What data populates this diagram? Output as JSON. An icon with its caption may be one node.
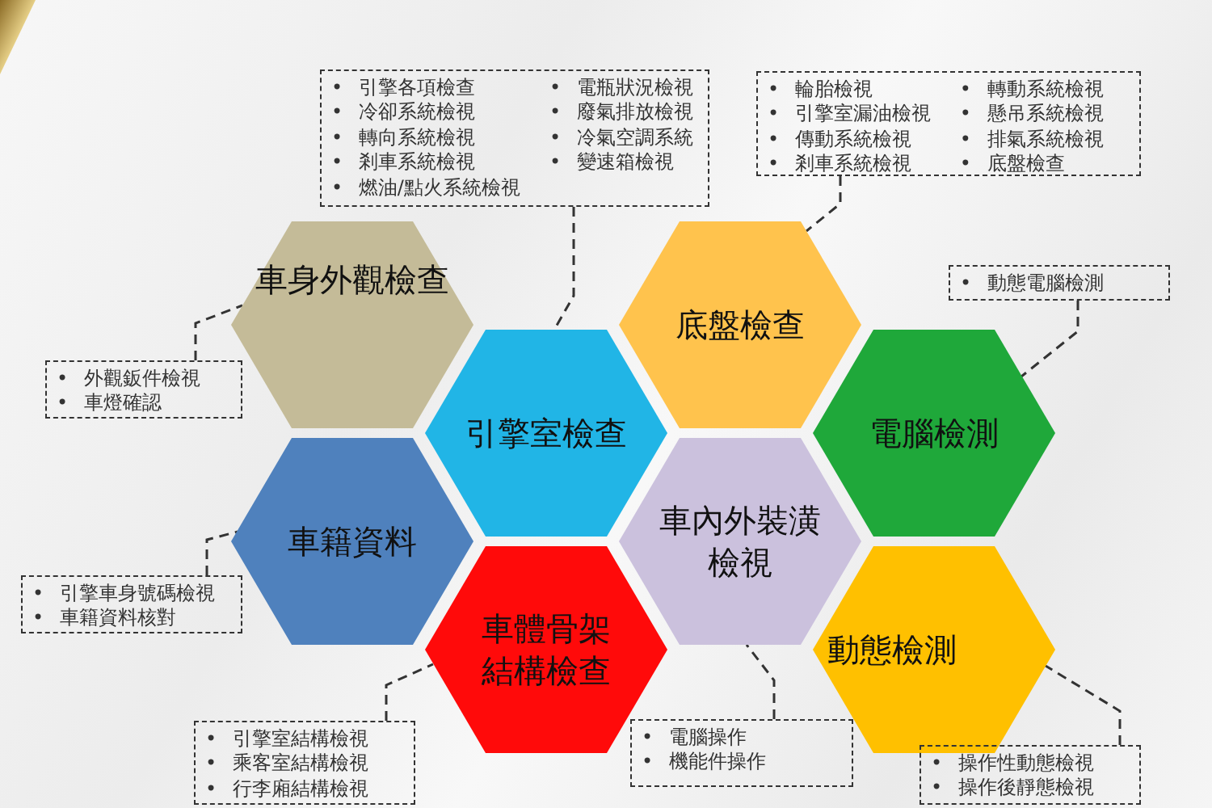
{
  "diagram": {
    "nodes": [
      {
        "text": [
          "• 引擎各項檢查",
          "• 冷卻系統檢視",
          "• 轉向系統檢視",
          "• 剎車系統檢視",
          "• 燃油/點火系統檢視",
          "• 電瓶狀況檢視",
          "• 廢氣排放檢視",
          "• 冷氣空調系統",
          "• 變速箱檢視"
        ]
      },
      {
        "text": [
          "• 輪胎檢視",
          "• 引擎室漏油檢視",
          "• 傳動系統檢視",
          "• 剎車系統檢視",
          "• 轉動系統檢視",
          "• 懸吊系統檢視",
          "• 排氣系統檢視",
          "• 底盤檢查"
        ]
      },
      {
        "text": [
          "車身外觀檢查"
        ]
      },
      {
        "text": [
          "底盤檢查"
        ]
      },
      {
        "text": [
          "• 動態電腦檢測"
        ]
      },
      {
        "text": [
          "引擎室檢查"
        ]
      },
      {
        "text": [
          "電腦檢測"
        ]
      },
      {
        "text": [
          "• 外觀鈑件檢視",
          "• 車燈確認"
        ]
      },
      {
        "text": [
          "車籍資料"
        ]
      },
      {
        "text": [
          "車內外裝潢檢視"
        ]
      },
      {
        "text": [
          "車體骨架結構檢查"
        ]
      },
      {
        "text": [
          "動態檢測"
        ]
      },
      {
        "text": [
          "• 引擎車身號碼檢視",
          "• 車籍資料核對"
        ]
      },
      {
        "text": [
          "• 引擎室結構檢視",
          "• 乘客室結構檢視",
          "• 行李廂結構檢視"
        ]
      },
      {
        "text": [
          "• 電腦操作",
          "• 機能件操作"
        ]
      },
      {
        "text": [
          "• 操作性動態檢視",
          "• 操作後靜態檢視"
        ]
      }
    ],
    "edges": [
      {
        "from": 0,
        "to": 5,
        "arrow": "none",
        "style": "dashed"
      },
      {
        "from": 1,
        "to": 3,
        "arrow": "none",
        "style": "dashed"
      },
      {
        "from": 4,
        "to": 6,
        "arrow": "none",
        "style": "dashed"
      },
      {
        "from": 7,
        "to": 2,
        "arrow": "none",
        "style": "dashed"
      },
      {
        "from": 12,
        "to": 8,
        "arrow": "none",
        "style": "dashed"
      },
      {
        "from": 13,
        "to": 10,
        "arrow": "none",
        "style": "dashed"
      },
      {
        "from": 14,
        "to": 9,
        "arrow": "none",
        "style": "dashed"
      },
      {
        "from": 15,
        "to": 11,
        "arrow": "none",
        "style": "dashed"
      }
    ]
  }
}
